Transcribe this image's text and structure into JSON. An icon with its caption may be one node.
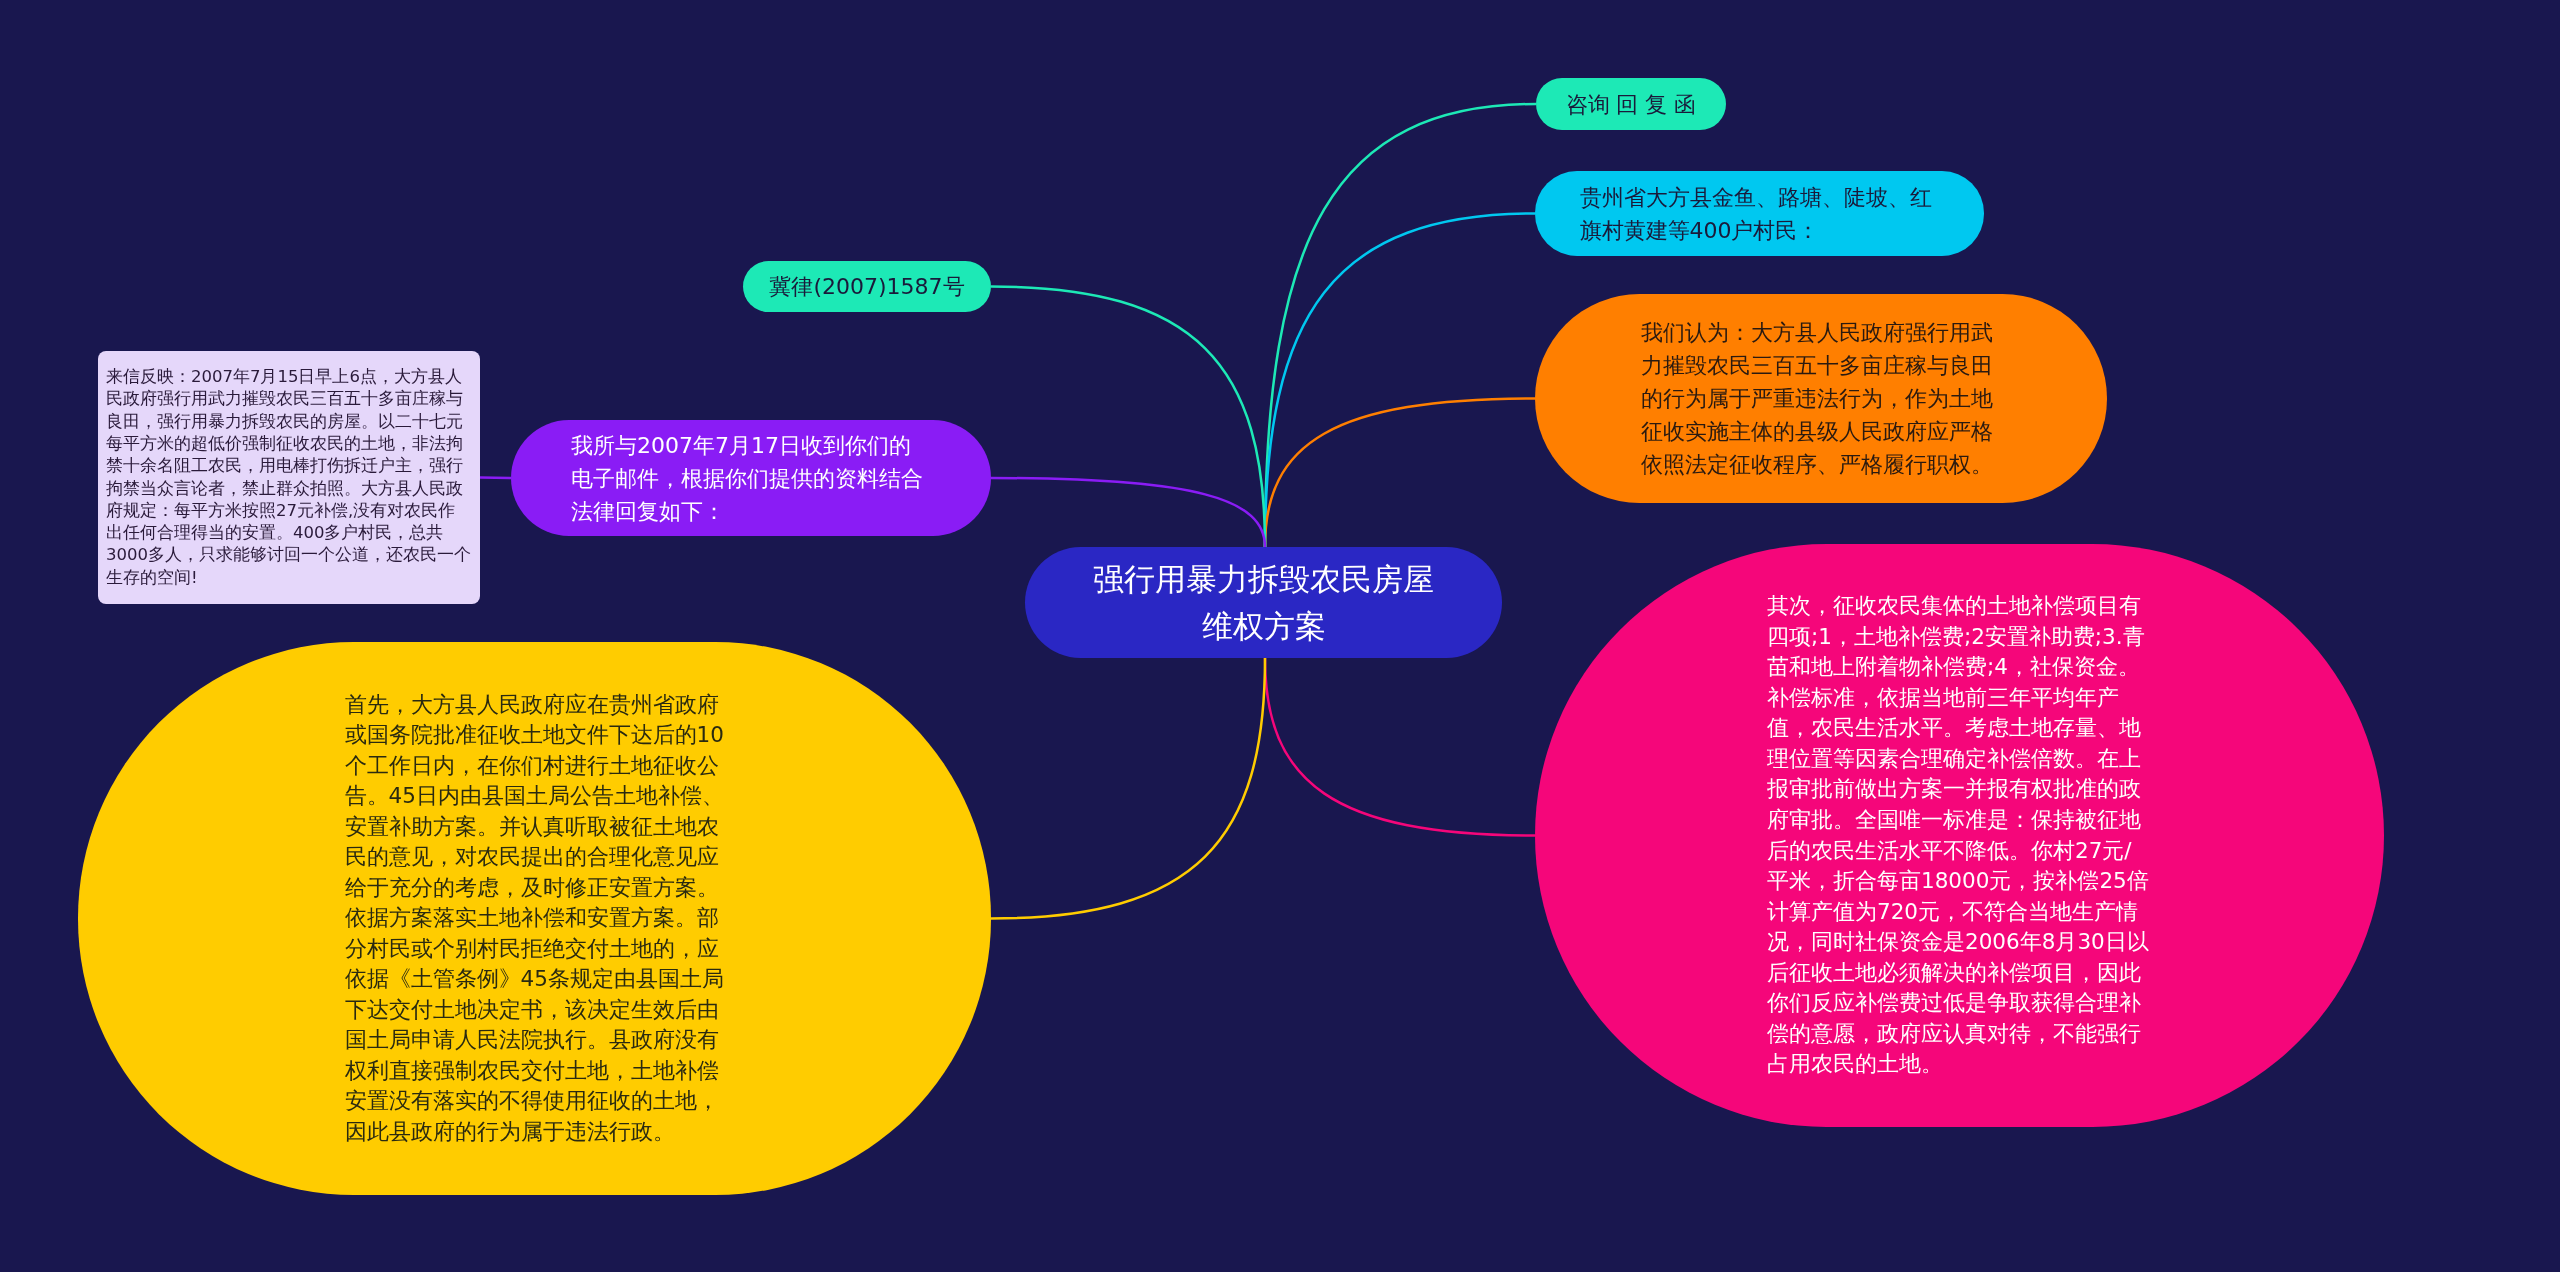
{
  "diagram": {
    "nodes": [
      {
        "text": [
          "强行用暴力拆毁农民房屋维权方案"
        ]
      },
      {
        "text": [
          "咨询 回 复 函"
        ]
      },
      {
        "text": [
          "贵州省大方县金鱼、路塘、陡坡、红旗村黄建等400户村民："
        ]
      },
      {
        "text": [
          "我们认为：大方县人民政府强行用武力摧毁农民三百五十多亩庄稼与良田的行为属于严重违法行为，作为土地征收实施主体的县级人民政府应严格依照法定征收程序、严格履行职权。"
        ]
      },
      {
        "text": [
          "其次，征收农民集体的土地补偿项目有四项;1，土地补偿费;2安置补助费;3.青苗和地上附着物补偿费;4，社保资金。补偿标准，依据当地前三年平均年产值，农民生活水平。考虑土地存量、地理位置等因素合理确定补偿倍数。在上报审批前做出方案一并报有权批准的政府审批。全国唯一标准是：保持被征地后的农民生活水平不降低。你村27元/平米，折合每亩18000元，按补偿25倍计算产值为720元，不符合当地生产情况，同时社保资金是2006年8月30日以后征收土地必须解决的补偿项目，因此你们反应补偿费过低是争取获得合理补偿的意愿，政府应认真对待，不能强行占用农民的土地。"
        ]
      },
      {
        "text": [
          "冀律(2007)1587号"
        ]
      },
      {
        "text": [
          "我所与2007年7月17日收到你们的电子邮件，根据你们提供的资料结合法律回复如下："
        ]
      },
      {
        "text": [
          "来信反映：2007年7月15日早上6点，大方县人民政府强行用武力摧毁农民三百五十多亩庄稼与良田，强行用暴力拆毁农民的房屋。以二十七元每平方米的超低价强制征收农民的土地，非法拘禁十余名阻工农民，用电棒打伤拆迁户主，强行拘禁当众言论者，禁止群众拍照。大方县人民政府规定：每平方米按照27元补偿,没有对农民作出任何合理得当的安置。400多户村民，总共3000多人，只求能够讨回一个公道，还农民一个生存的空间!"
        ]
      },
      {
        "text": [
          "首先，大方县人民政府应在贵州省政府或国务院批准征收土地文件下达后的10个工作日内，在你们村进行土地征收公告。45日内由县国土局公告土地补偿、安置补助方案。并认真听取被征土地农民的意见，对农民提出的合理化意见应给于充分的考虑，及时修正安置方案。依据方案落实土地补偿和安置方案。部分村民或个别村民拒绝交付土地的，应依据《土管条例》45条规定由县国土局下达交付土地决定书，该决定生效后由国土局申请人民法院执行。县政府没有权利直接强制农民交付土地，土地补偿安置没有落实的不得使用征收的土地，因此县政府的行为属于违法行政。"
        ]
      }
    ],
    "edges": [
      {
        "from": 0,
        "to": 1,
        "arrow": "none",
        "color": "#1de9b6"
      },
      {
        "from": 0,
        "to": 2,
        "arrow": "none",
        "color": "#00c8f0"
      },
      {
        "from": 0,
        "to": 3,
        "arrow": "none",
        "color": "#ff7f00"
      },
      {
        "from": 0,
        "to": 4,
        "arrow": "none",
        "color": "#f5067a"
      },
      {
        "from": 0,
        "to": 5,
        "arrow": "none",
        "color": "#1de9b6"
      },
      {
        "from": 0,
        "to": 6,
        "arrow": "none",
        "color": "#8a1cf5"
      },
      {
        "from": 6,
        "to": 7,
        "arrow": "none",
        "color": "#8a1cf5"
      },
      {
        "from": 0,
        "to": 8,
        "arrow": "none",
        "color": "#ffcc00"
      }
    ]
  }
}
